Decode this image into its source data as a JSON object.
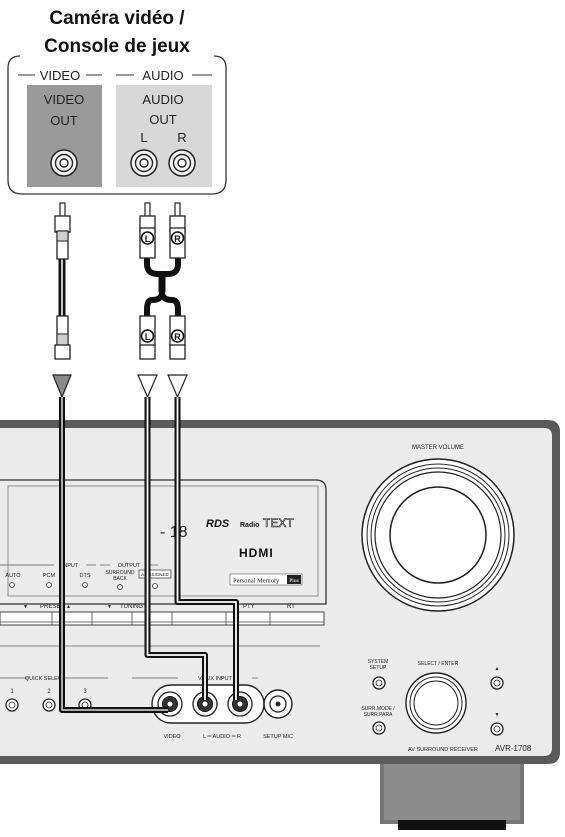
{
  "device": {
    "title_line1": "Caméra vidéo /",
    "title_line2": "Console de jeux",
    "video_group": "VIDEO",
    "audio_group": "AUDIO",
    "video_out_line1": "VIDEO",
    "video_out_line2": "OUT",
    "audio_out_line1": "AUDIO",
    "audio_out_line2": "OUT",
    "left_label": "L",
    "right_label": "R"
  },
  "plugs": {
    "left_marker": "L",
    "right_marker": "R"
  },
  "receiver": {
    "master_volume": "MASTER VOLUME",
    "display_digits": "- 18",
    "rds": "RDS",
    "radio": "Radio",
    "text": "TEXT",
    "hdmi": "HDMI",
    "personal_memory": "Personal Memory",
    "plus": "Plus",
    "input": "INPUT",
    "output": "OUTPUT",
    "auto": "AUTO",
    "pcm": "PCM",
    "dts": "DTS",
    "surround_back_1": "SURROUND",
    "surround_back_2": "BACK",
    "assign_badge": "A.ASSIGNED",
    "preset": "PRESET",
    "tuning": "TUNING",
    "pty": "PTY",
    "rt": "RT",
    "quick_select": "QUICK SELECT",
    "qs1": "1",
    "qs2": "2",
    "qs3": "3",
    "v_aux_input": "V.AUX INPUT",
    "video_jack": "VIDEO",
    "audio_jack": "L ═ AUDIO ═ R",
    "setup_mic": "SETUP MIC",
    "system_setup_1": "SYSTEM",
    "system_setup_2": "SETUP",
    "select_enter": "SELECT / ENTER",
    "surr_mode_1": "SURR.MODE /",
    "surr_mode_2": "SURR.PARA",
    "model_label": "AV SURROUND RECEIVER",
    "model_number": "AVR-1708"
  }
}
